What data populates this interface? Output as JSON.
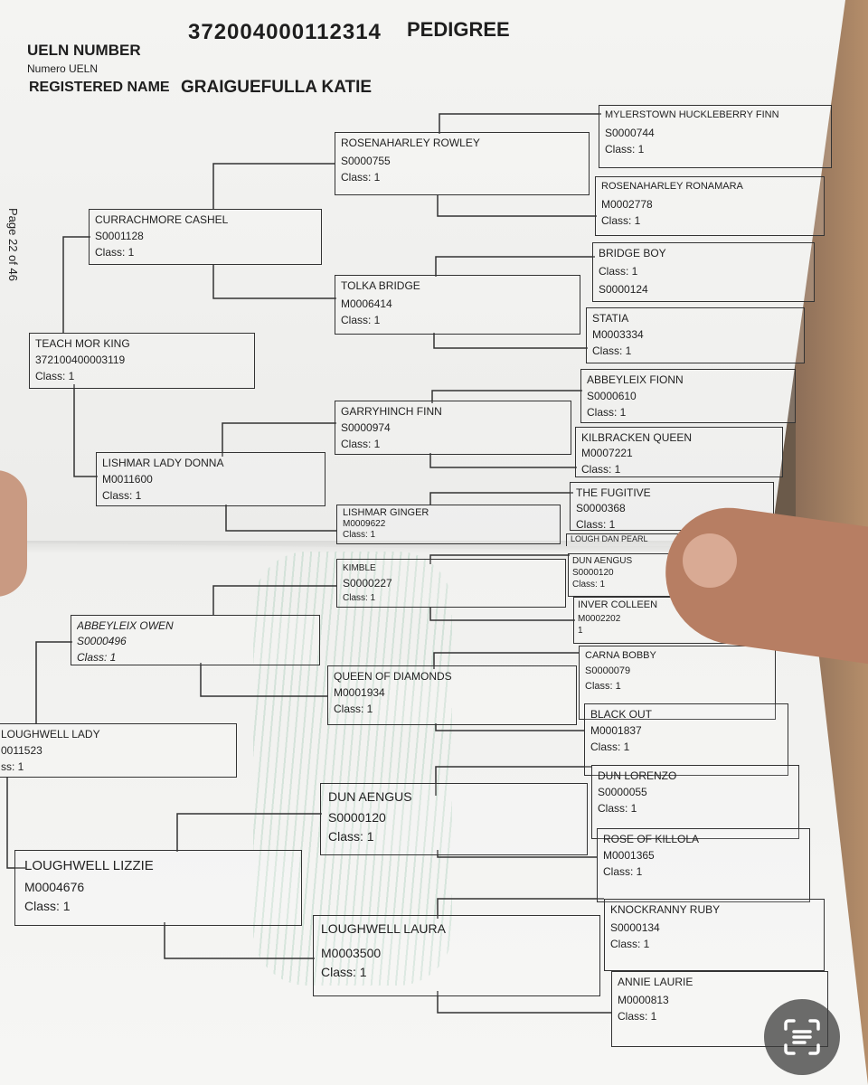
{
  "header": {
    "ueln_number_label": "UELN NUMBER",
    "ueln_number_value": "372004000112314",
    "pedigree_label": "PEDIGREE",
    "numero_ueln": "Numero UELN",
    "registered_name_label": "REGISTERED NAME",
    "registered_name_value": "GRAIGUEFULLA KATIE",
    "page_marker": "Page 22 of 46"
  },
  "horses": {
    "teach_mor_king": {
      "name": "TEACH MOR KING",
      "id": "372100400003119",
      "cls": "Class: 1"
    },
    "currachmore_cashel": {
      "name": "CURRACHMORE CASHEL",
      "id": "S0001128",
      "cls": "Class: 1"
    },
    "lishmar_lady_donna": {
      "name": "LISHMAR LADY DONNA",
      "id": "M0011600",
      "cls": "Class: 1"
    },
    "rosenaharley_rowley": {
      "name": "ROSENAHARLEY ROWLEY",
      "id": "S0000755",
      "cls": "Class: 1"
    },
    "tolka_bridge": {
      "name": "TOLKA BRIDGE",
      "id": "M0006414",
      "cls": "Class: 1"
    },
    "garryhinch_finn": {
      "name": "GARRYHINCH FINN",
      "id": "S0000974",
      "cls": "Class: 1"
    },
    "lishmar_ginger": {
      "name": "LISHMAR GINGER",
      "id": "M0009622",
      "cls": "Class: 1"
    },
    "mylerstown_huckleberry_finn": {
      "name": "MYLERSTOWN HUCKLEBERRY FINN",
      "id": "S0000744",
      "cls": "Class: 1"
    },
    "rosenaharley_ronamara": {
      "name": "ROSENAHARLEY RONAMARA",
      "id": "M0002778",
      "cls": "Class: 1"
    },
    "bridge_boy": {
      "name": "BRIDGE BOY",
      "cls": "Class: 1",
      "id": "S0000124"
    },
    "statia": {
      "name": "STATIA",
      "id": "M0003334",
      "cls": "Class: 1"
    },
    "abbeyleix_fionn": {
      "name": "ABBEYLEIX FIONN",
      "id": "S0000610",
      "cls": "Class: 1"
    },
    "kilbracken_queen": {
      "name": "KILBRACKEN QUEEN",
      "id": "M0007221",
      "cls": "Class: 1"
    },
    "the_fugitive": {
      "name": "THE FUGITIVE",
      "id": "S0000368",
      "cls": "Class: 1"
    },
    "lough_dan_pearl": {
      "name": "LOUGH DAN PEARL"
    },
    "loughwell_lady": {
      "name": "LOUGHWELL LADY",
      "id": "0011523",
      "cls": "ss: 1"
    },
    "abbeyleix_owen": {
      "name": "ABBEYLEIX OWEN",
      "id": "S0000496",
      "cls": "Class: 1"
    },
    "loughwell_lizzie": {
      "name": "LOUGHWELL LIZZIE",
      "id": "M0004676",
      "cls": "Class: 1"
    },
    "kimble": {
      "name": "KIMBLE",
      "id": "S0000227",
      "cls": "Class: 1"
    },
    "queen_of_diamonds": {
      "name": "QUEEN OF DIAMONDS",
      "id": "M0001934",
      "cls": "Class: 1"
    },
    "dun_aengus_2": {
      "name": "DUN AENGUS",
      "id": "S0000120",
      "cls": "Class: 1"
    },
    "loughwell_laura": {
      "name": "LOUGHWELL LAURA",
      "id": "M0003500",
      "cls": "Class: 1"
    },
    "dun_aengus_4": {
      "name": "DUN AENGUS",
      "id": "S0000120",
      "cls": "Class: 1"
    },
    "inver_colleen": {
      "name": "INVER COLLEEN",
      "id": "M0002202",
      "cls": "1"
    },
    "carna_bobby": {
      "name": "CARNA BOBBY",
      "id": "S0000079",
      "cls": "Class: 1"
    },
    "black_out": {
      "name": "BLACK OUT",
      "id": "M0001837",
      "cls": "Class: 1"
    },
    "dun_lorenzo": {
      "name": "DUN LORENZO",
      "id": "S0000055",
      "cls": "Class: 1"
    },
    "rose_of_killola": {
      "name": "ROSE OF KILLOLA",
      "id": "M0001365",
      "cls": "Class: 1"
    },
    "knockranny_ruby": {
      "name": "KNOCKRANNY RUBY",
      "id": "S0000134",
      "cls": "Class: 1"
    },
    "annie_laurie": {
      "name": "ANNIE LAURIE",
      "id": "M0000813",
      "cls": "Class: 1"
    }
  },
  "scan_button_icon": "text-scan-icon"
}
